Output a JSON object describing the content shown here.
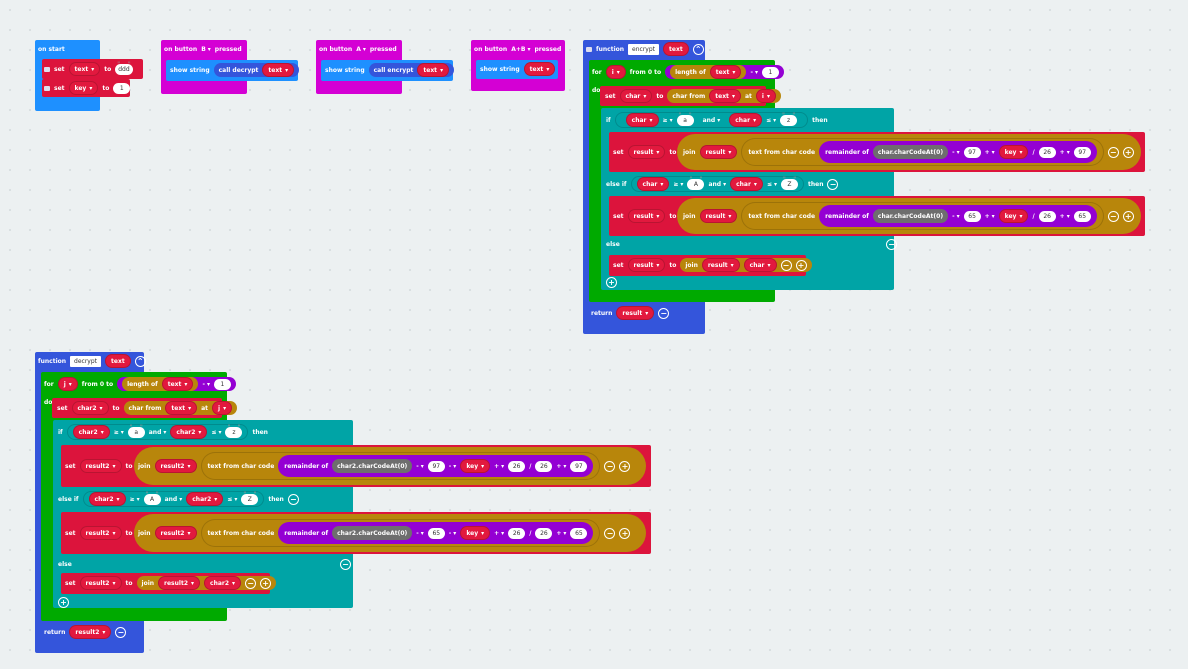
{
  "colors": {
    "events": "#1e90ff",
    "basic": "#1e90ff",
    "input": "#d400d4",
    "functions": "#3455db",
    "variables": "#dc143c",
    "loops": "#00aa00",
    "logic": "#00a4a6",
    "text": "#b8860b",
    "math": "#9400d3",
    "gray": "#6e6e6e"
  },
  "on_start": {
    "title": "on start",
    "set": "set",
    "to": "to",
    "var_text": "text",
    "text_value": "ddd",
    "var_key": "key",
    "key_value": "1"
  },
  "button_b": {
    "on_button": "on button",
    "button": "B",
    "pressed": "pressed",
    "show_string": "show string",
    "call": "call decrypt",
    "arg": "text"
  },
  "button_a": {
    "on_button": "on button",
    "button": "A",
    "pressed": "pressed",
    "show_string": "show string",
    "call": "call encrypt",
    "arg": "text"
  },
  "button_ab": {
    "on_button": "on button",
    "button": "A+B",
    "pressed": "pressed",
    "show_string": "show string",
    "arg": "text"
  },
  "encrypt": {
    "function": "function",
    "name": "encrypt",
    "param": "text",
    "for": "for",
    "loop_var": "i",
    "from": "from 0 to",
    "length_of": "length of",
    "minus": "-",
    "one": "1",
    "do": "do",
    "set": "set",
    "char": "char",
    "to": "to",
    "char_from": "char from",
    "at": "at",
    "if": "if",
    "gte": "≥",
    "lte": "≤",
    "and": "and",
    "a_lower": "a",
    "z_lower": "z",
    "then": "then",
    "result": "result",
    "join": "join",
    "text_from_char_code": "text from char code",
    "remainder_of": "remainder of",
    "char_code": "char.charCodeAt(0)",
    "plus": "+",
    "divide": "/",
    "key": "key",
    "twenty_six": "26",
    "ninety_seven": "97",
    "else_if": "else if",
    "a_upper": "A",
    "z_upper": "Z",
    "sixty_five": "65",
    "else": "else",
    "return": "return"
  },
  "decrypt": {
    "function": "function",
    "name": "decrypt",
    "param": "text",
    "for": "for",
    "loop_var": "j",
    "from": "from 0 to",
    "length_of": "length of",
    "minus": "-",
    "one": "1",
    "do": "do",
    "set": "set",
    "char": "char2",
    "to": "to",
    "char_from": "char from",
    "at": "at",
    "if": "if",
    "gte": "≥",
    "lte": "≤",
    "and": "and",
    "a_lower": "a",
    "z_lower": "z",
    "then": "then",
    "result": "result2",
    "join": "join",
    "text_from_char_code": "text from char code",
    "remainder_of": "remainder of",
    "char_code": "char2.charCodeAt(0)",
    "plus": "+",
    "divide": "/",
    "key": "key",
    "twenty_six": "26",
    "ninety_seven": "97",
    "else_if": "else if",
    "a_upper": "A",
    "z_upper": "Z",
    "sixty_five": "65",
    "else": "else",
    "return": "return"
  }
}
